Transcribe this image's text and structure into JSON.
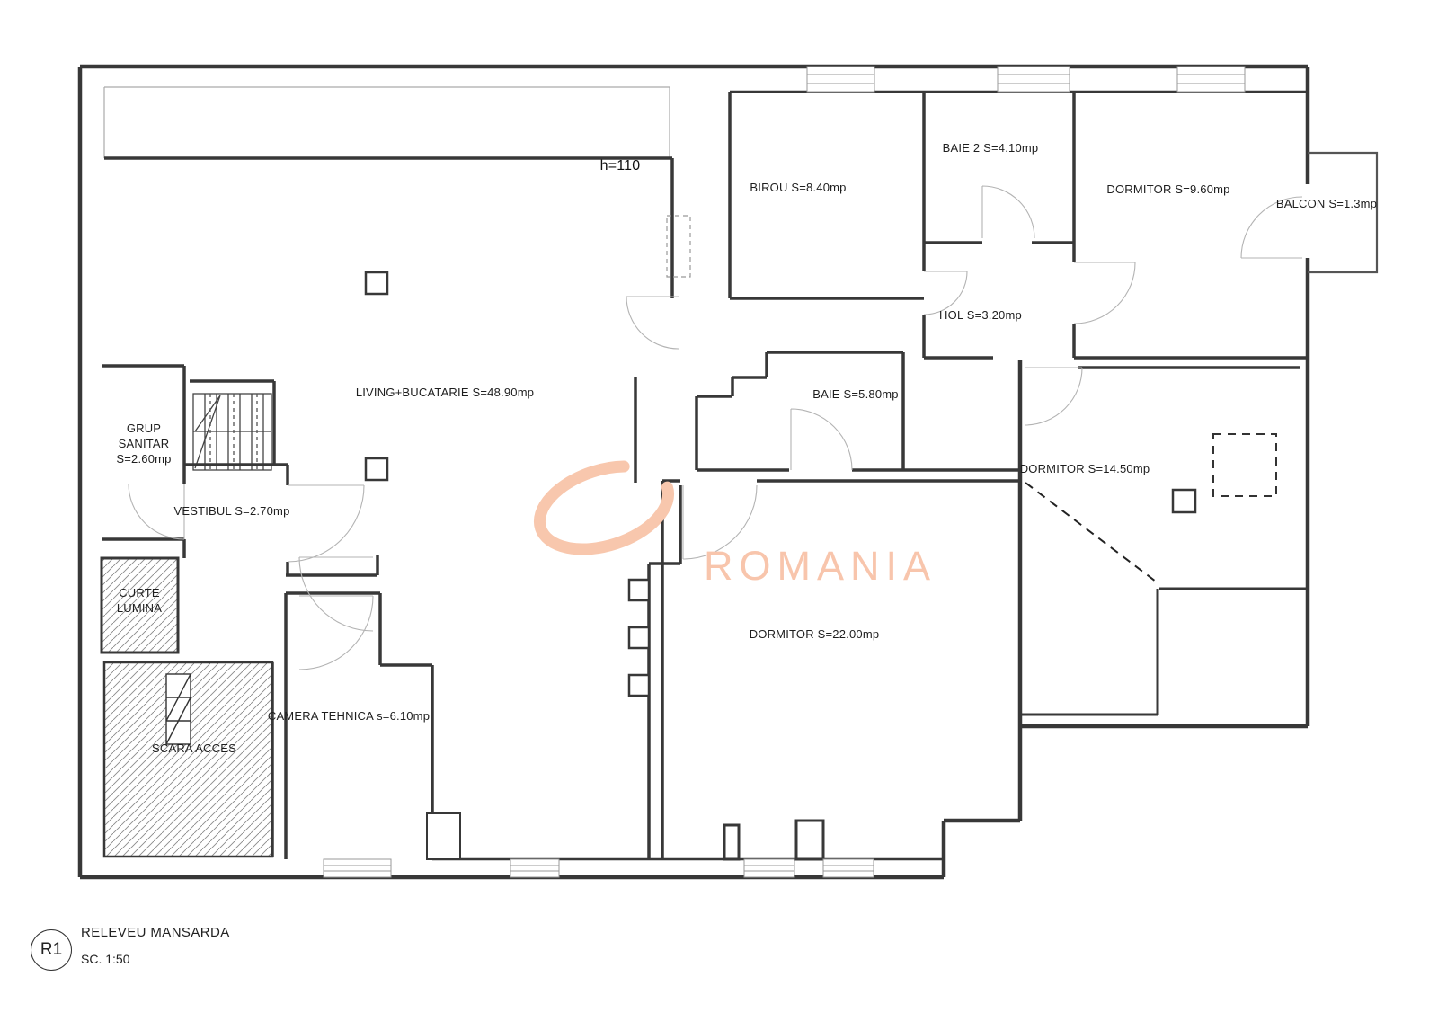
{
  "drawing": {
    "height_note": "h=110",
    "line_color": "#383838",
    "watermark": {
      "text": "ROMANIA",
      "color": "#f8c5ac"
    }
  },
  "title_block": {
    "code": "R1",
    "title": "RELEVEU MANSARDA",
    "scale": "SC. 1:50"
  },
  "rooms": [
    {
      "name": "LIVING+BUCATARIE",
      "area": "S=48.90mp"
    },
    {
      "name": "BIROU",
      "area": "S=8.40mp"
    },
    {
      "name": "BAIE 2",
      "area": "S=4.10mp"
    },
    {
      "name": "DORMITOR",
      "area": "S=9.60mp"
    },
    {
      "name": "BALCON",
      "area": "S=1.3mp"
    },
    {
      "name": "HOL",
      "area": "S=3.20mp"
    },
    {
      "name": "BAIE",
      "area": "S=5.80mp"
    },
    {
      "name": "DORMITOR",
      "area": "S=14.50mp"
    },
    {
      "name": "DORMITOR",
      "area": "S=22.00mp"
    },
    {
      "name": "GRUP SANITAR",
      "area": "S=2.60mp"
    },
    {
      "name": "VESTIBUL",
      "area": "S=2.70mp"
    },
    {
      "name": "CURTE LUMINA",
      "area": ""
    },
    {
      "name": "CAMERA TEHNICA",
      "area": "s=6.10mp"
    },
    {
      "name": "SCARA ACCES",
      "area": ""
    }
  ]
}
